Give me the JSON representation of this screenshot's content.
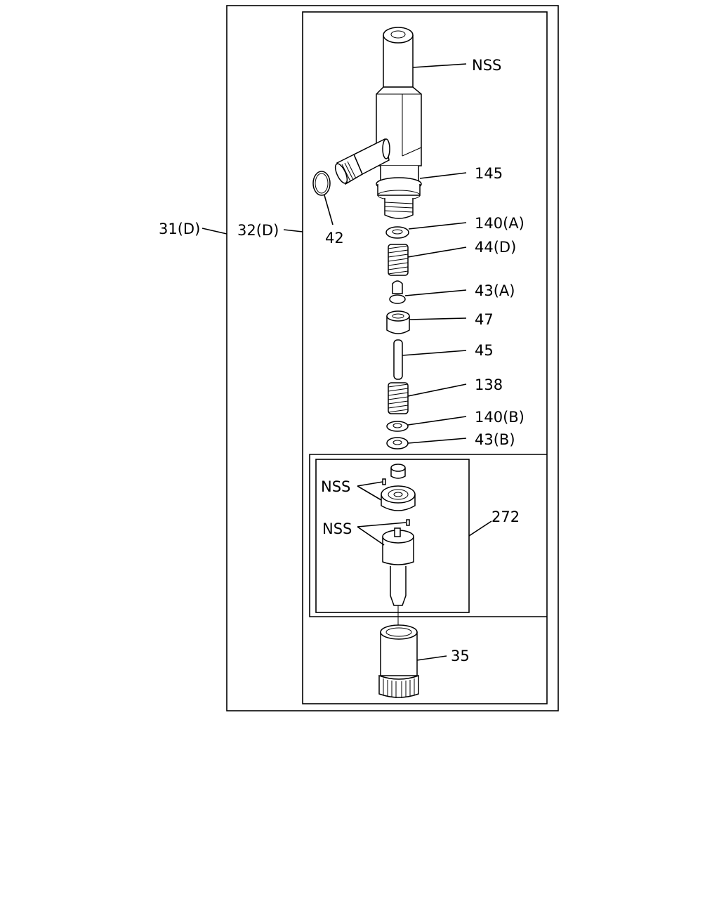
{
  "callouts": {
    "assembly_31": "31(D)",
    "assembly_32": "32(D)",
    "nss_body": "NSS",
    "part_145": "145",
    "part_42": "42",
    "part_140a": "140(A)",
    "part_44d": "44(D)",
    "part_43a": "43(A)",
    "part_47": "47",
    "part_45": "45",
    "part_138": "138",
    "part_140b": "140(B)",
    "part_43b": "43(B)",
    "nss_upper": "NSS",
    "nss_lower": "NSS",
    "part_272": "272",
    "part_35": "35"
  }
}
